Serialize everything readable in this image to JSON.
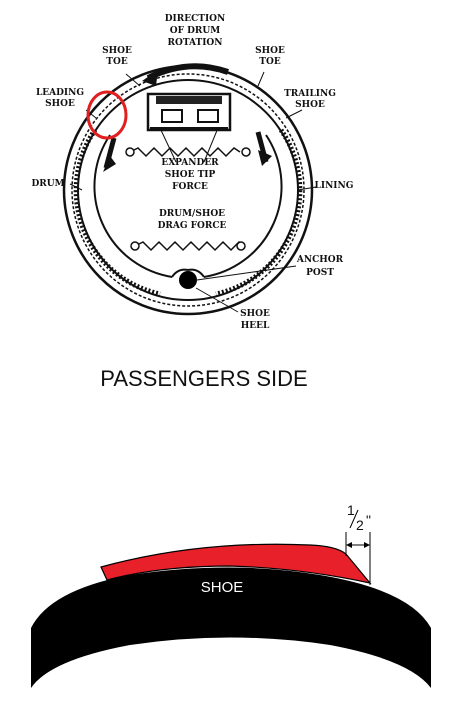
{
  "top_diagram": {
    "labels": {
      "direction_line1": "DIRECTION",
      "direction_line2": "OF DRUM",
      "direction_line3": "ROTATION",
      "shoe_toe_left_line1": "SHOE",
      "shoe_toe_left_line2": "TOE",
      "shoe_toe_right_line1": "SHOE",
      "shoe_toe_right_line2": "TOE",
      "leading_shoe_line1": "LEADING",
      "leading_shoe_line2": "SHOE",
      "trailing_shoe_line1": "TRAILING",
      "trailing_shoe_line2": "SHOE",
      "expander_line1": "EXPANDER",
      "expander_line2": "SHOE TIP",
      "expander_line3": "FORCE",
      "drag_line1": "DRUM/SHOE",
      "drag_line2": "DRAG FORCE",
      "drum": "DRUM",
      "lining": "LINING",
      "anchor_line1": "ANCHOR",
      "anchor_line2": "POST",
      "heel_line1": "SHOE",
      "heel_line2": "HEEL"
    },
    "caption": "PASSENGERS SIDE",
    "highlight_color": "#e02020"
  },
  "bottom_diagram": {
    "shoe_label": "SHOE",
    "dimension_numerator": "1",
    "dimension_denominator": "2",
    "dimension_unit": "\"",
    "lining_color": "#e8202a",
    "shoe_color": "#000000"
  }
}
